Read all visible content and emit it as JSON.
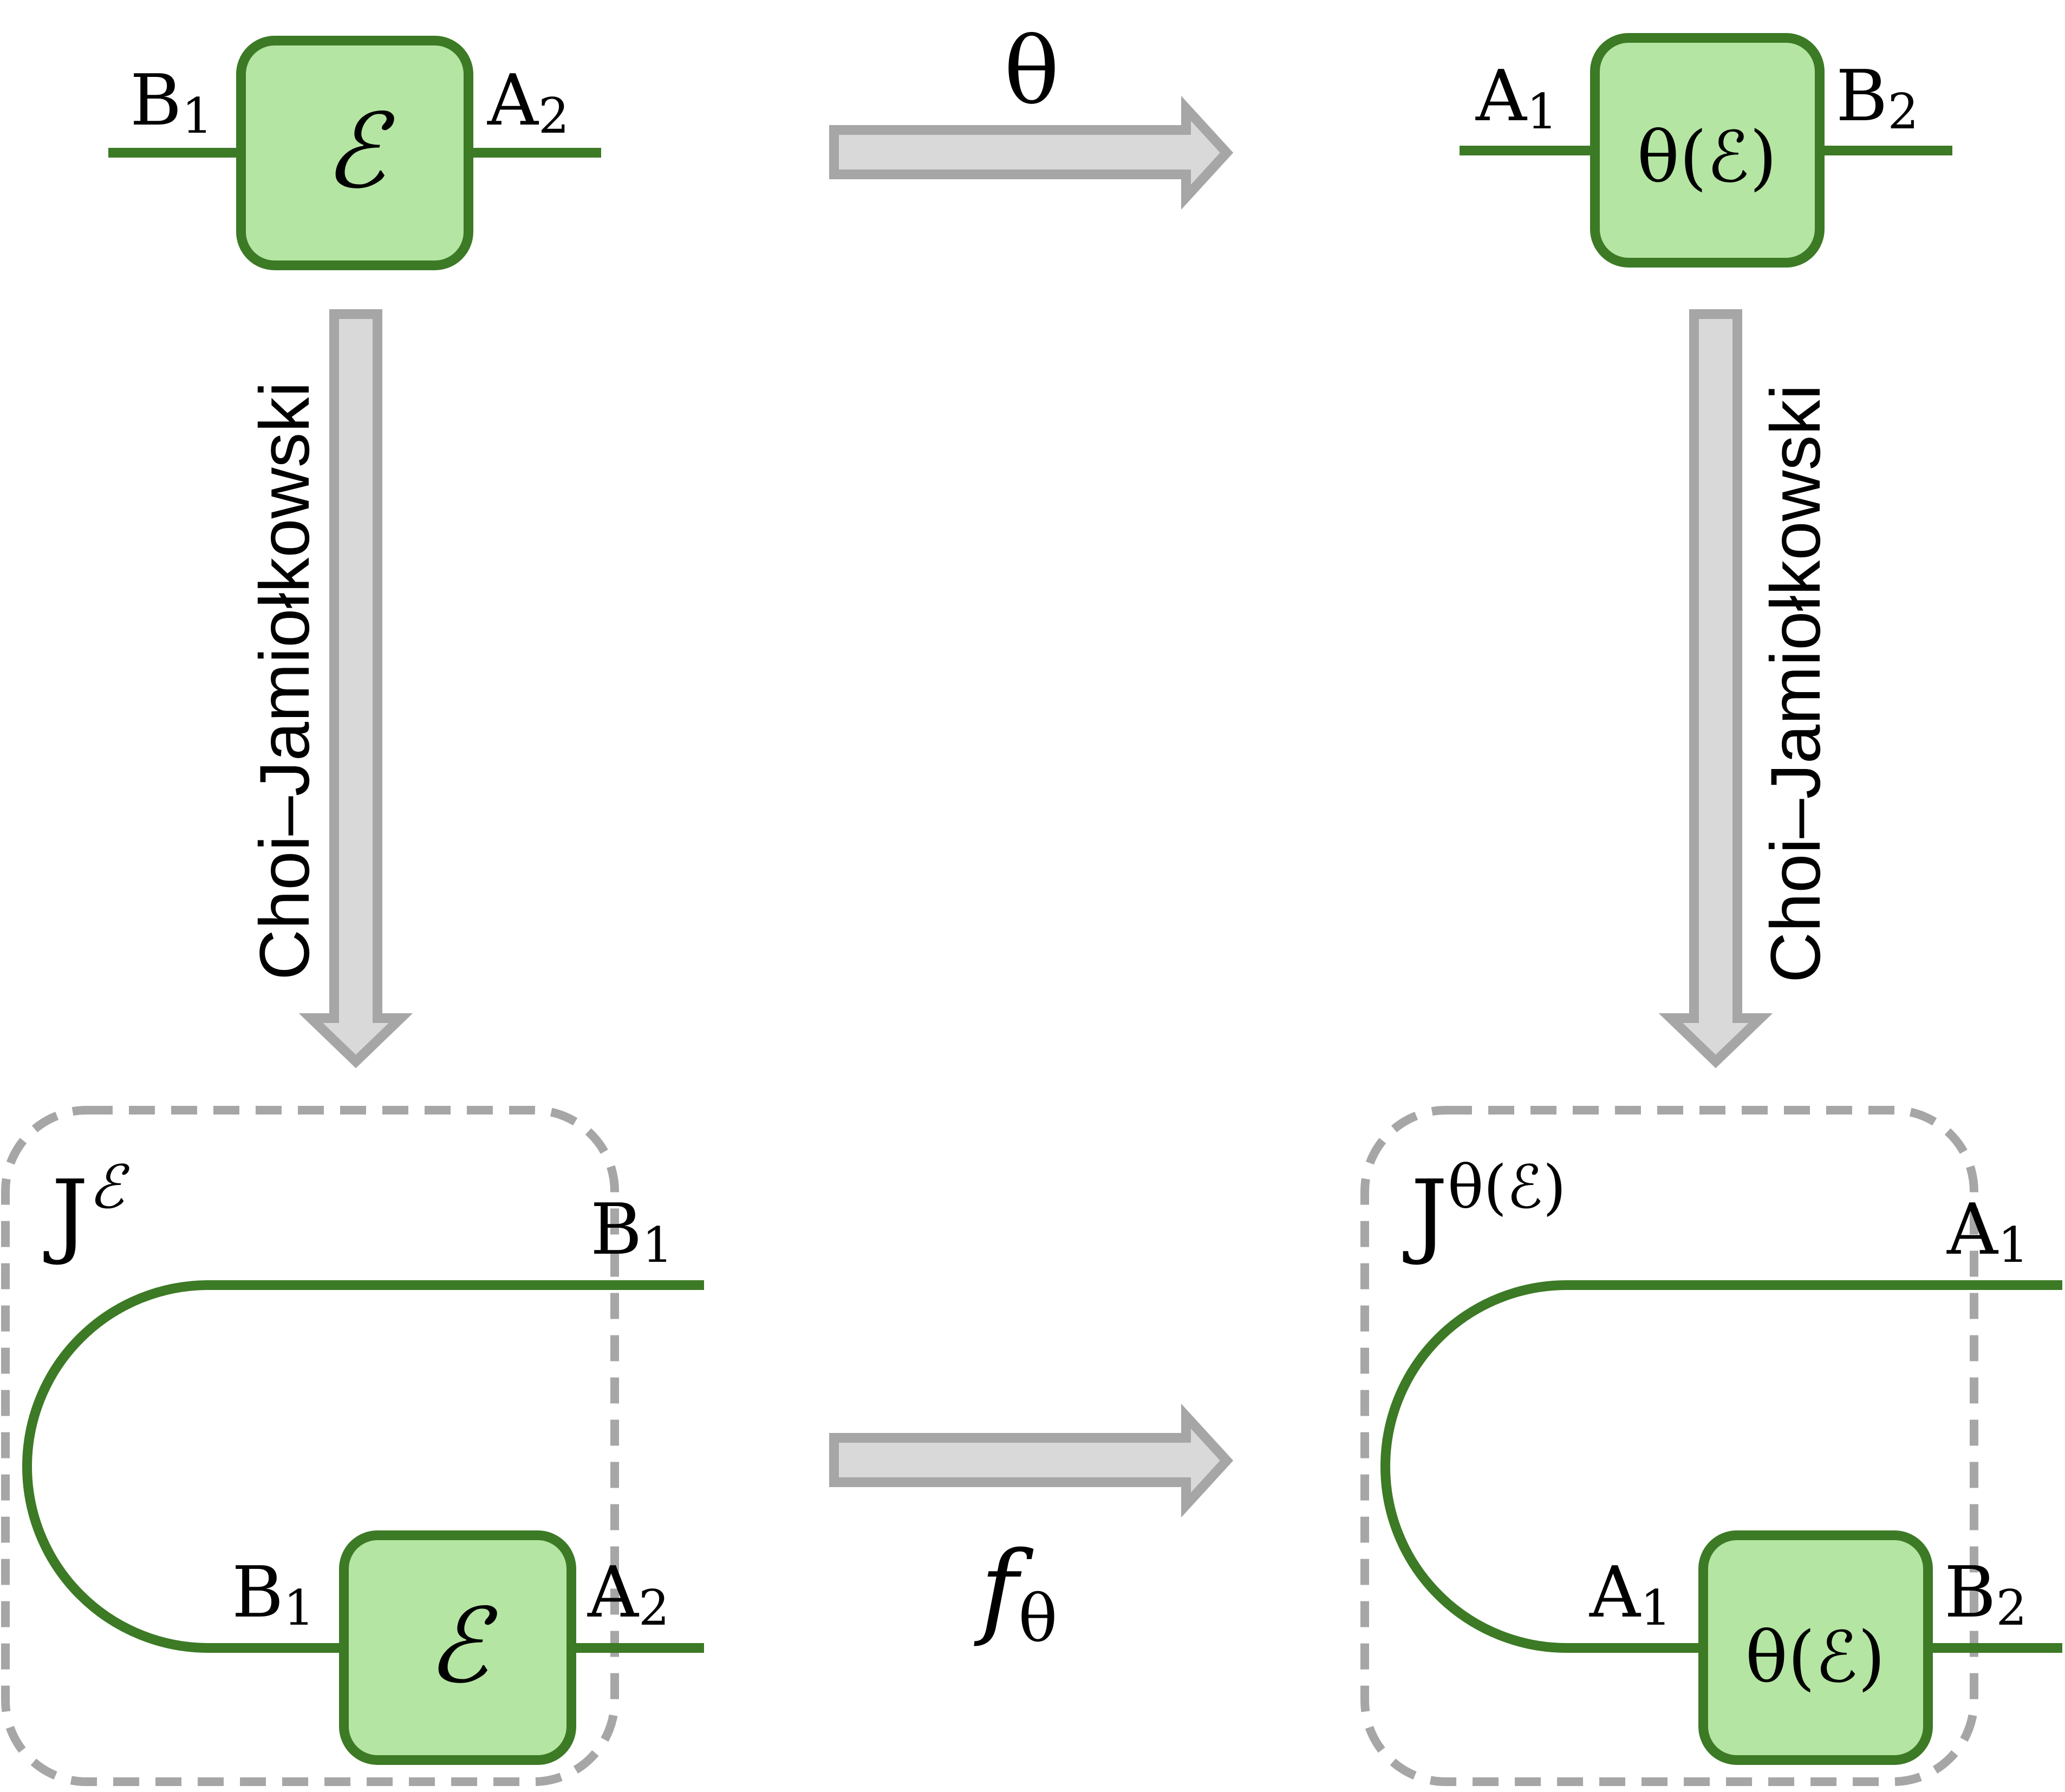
{
  "colors": {
    "wire": "#3c7a25",
    "box_fill": "#b5e5a2",
    "box_stroke": "#3c7a25",
    "arrow_fill": "#d9d9d9",
    "arrow_stroke": "#a6a6a6",
    "dashed_border": "#a6a6a6"
  },
  "top_left": {
    "left_port": "B",
    "left_port_sub": "1",
    "right_port": "A",
    "right_port_sub": "2",
    "box_symbol": "ℰ"
  },
  "top_right": {
    "left_port": "A",
    "left_port_sub": "1",
    "right_port": "B",
    "right_port_sub": "2",
    "box_symbol": "θ(ℰ)"
  },
  "arrows": {
    "top_label": "θ",
    "bottom_label": "f",
    "bottom_label_sub": "θ",
    "left_vertical_label": "Choi–Jamiołkowski",
    "right_vertical_label": "Choi–Jamiołkowski"
  },
  "bottom_left": {
    "choi_label": "J",
    "choi_sup": "ℰ",
    "top_wire_port": "B",
    "top_wire_port_sub": "1",
    "box_left_port": "B",
    "box_left_port_sub": "1",
    "box_right_port": "A",
    "box_right_port_sub": "2",
    "box_symbol": "ℰ"
  },
  "bottom_right": {
    "choi_label": "J",
    "choi_sup": "θ(ℰ)",
    "top_wire_port": "A",
    "top_wire_port_sub": "1",
    "box_left_port": "A",
    "box_left_port_sub": "1",
    "box_right_port": "B",
    "box_right_port_sub": "2",
    "box_symbol": "θ(ℰ)"
  }
}
